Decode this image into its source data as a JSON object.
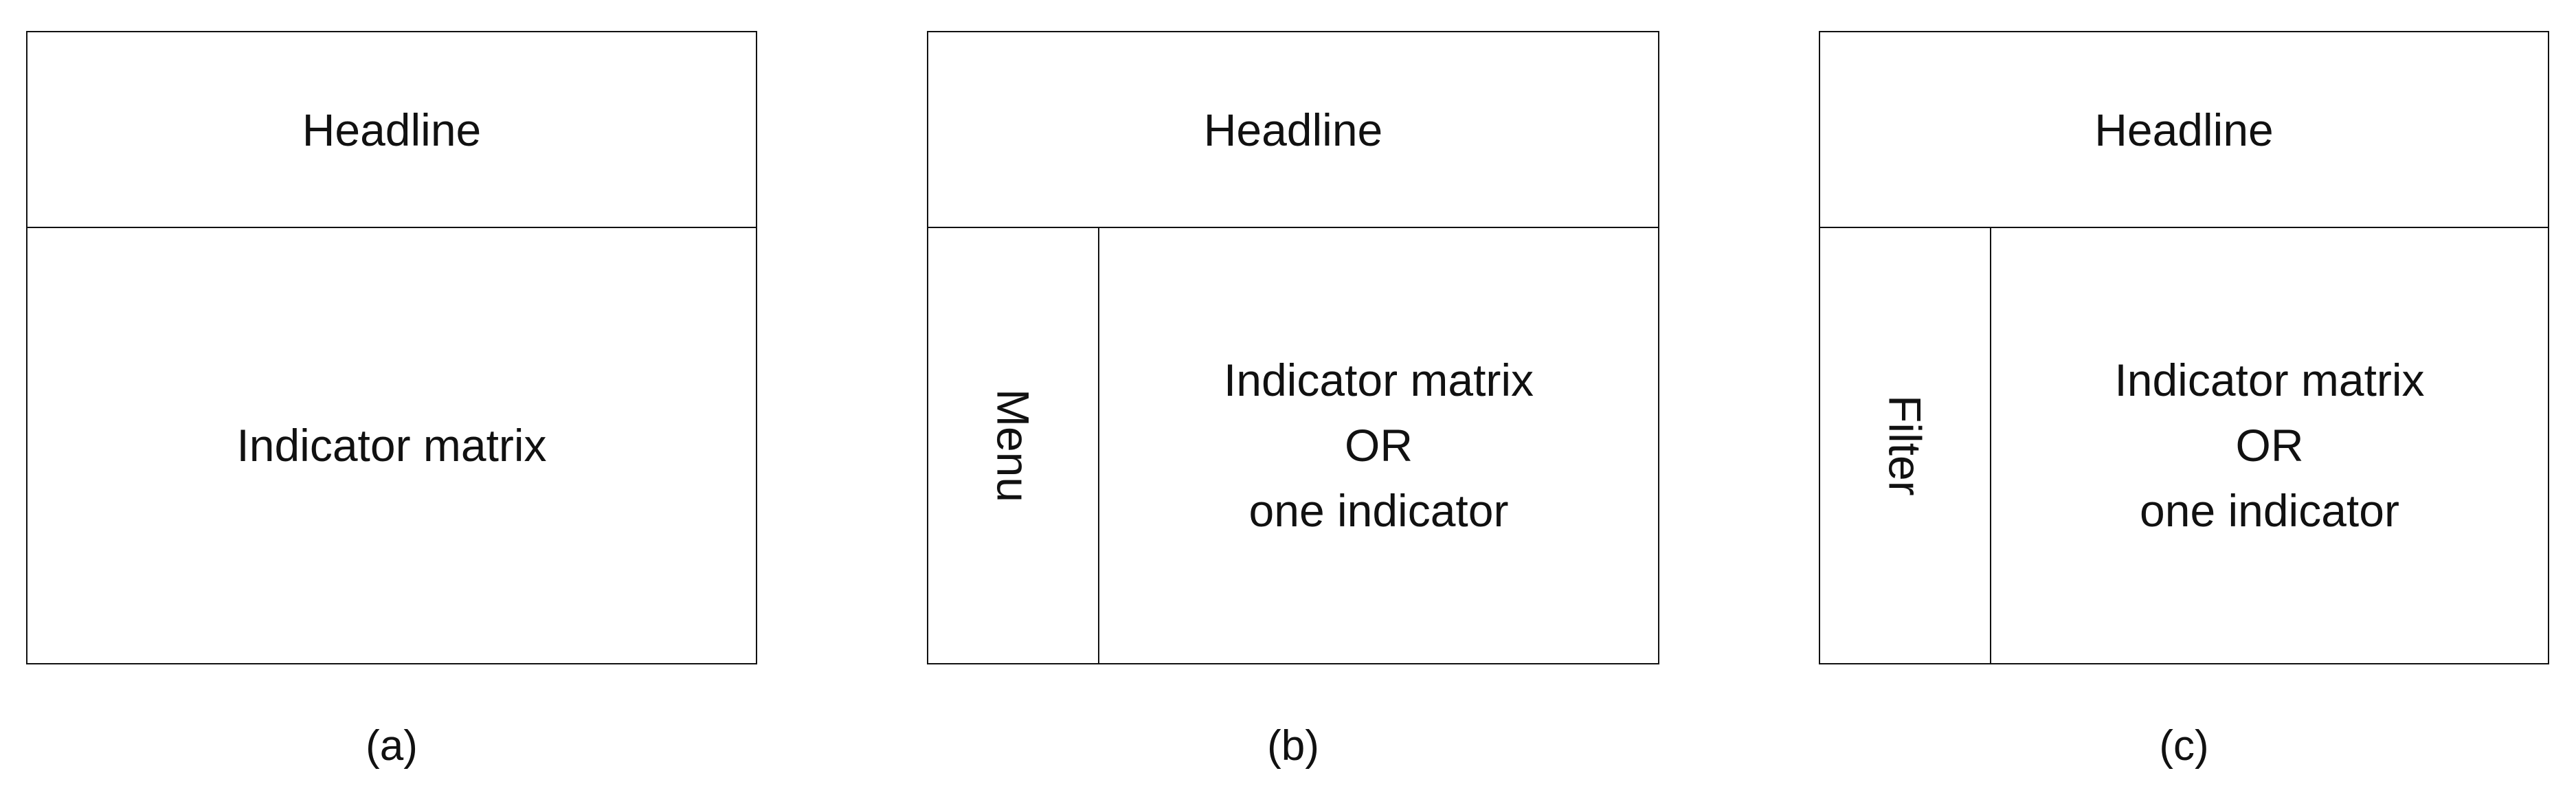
{
  "figure": {
    "description": "Three dashboard layout wireframes",
    "colors": {
      "line": "#111111",
      "text": "#111111",
      "background": "#ffffff"
    },
    "panels": [
      {
        "caption": "(a)",
        "headline": "Headline",
        "sidebar": "",
        "content_lines": [
          "Indicator matrix"
        ]
      },
      {
        "caption": "(b)",
        "headline": "Headline",
        "sidebar": "Menu",
        "content_lines": [
          "Indicator matrix",
          "OR",
          "one indicator"
        ]
      },
      {
        "caption": "(c)",
        "headline": "Headline",
        "sidebar": "Filter",
        "content_lines": [
          "Indicator matrix",
          "OR",
          "one indicator"
        ]
      }
    ]
  }
}
